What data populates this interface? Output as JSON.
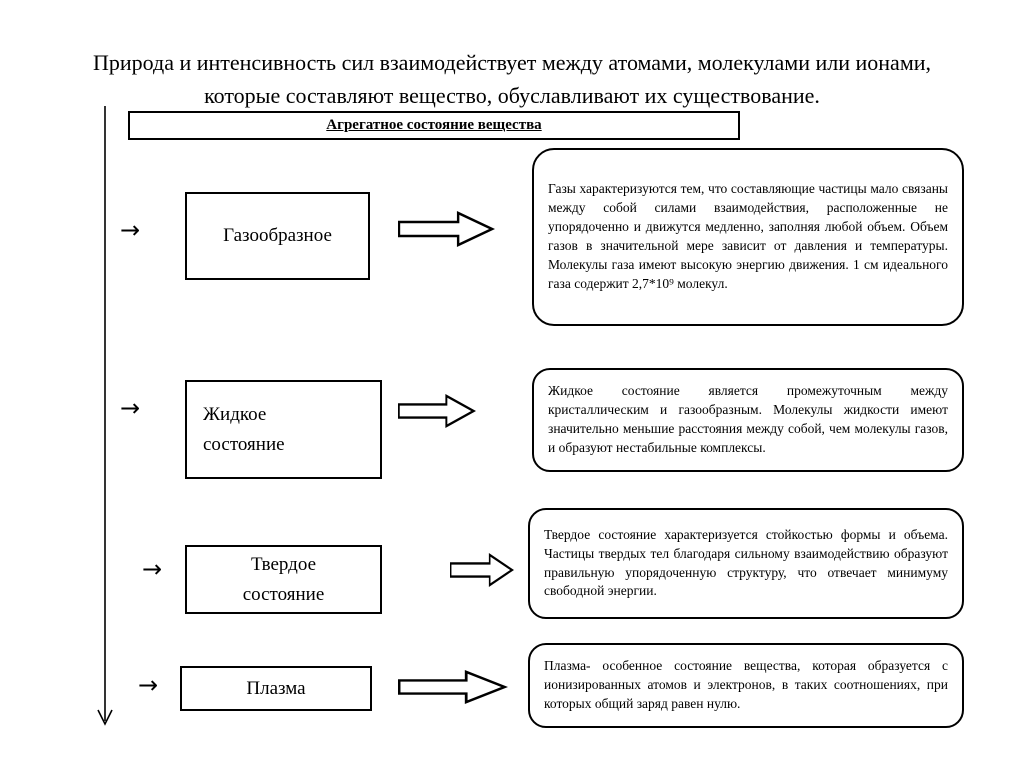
{
  "colors": {
    "ink": "#000000",
    "background": "#ffffff"
  },
  "title": {
    "text": "Природа и интенсивность сил взаимодействует между атомами, молекулами или ионами, которые составляют вещество, обуславливают их существование."
  },
  "header": {
    "label": "Агрегатное состояние вещества"
  },
  "flow": {
    "arrow_glyph": "→"
  },
  "rows": [
    {
      "label": "Газообразное",
      "description": "Газы характеризуются тем, что составляющие частицы мало связаны между собой силами взаимодействия, расположенные не упорядоченно и движутся медленно, заполняя любой объем. Объем газов в значительной мере зависит от давления и температуры. Молекулы газа имеют высокую энергию движения. 1 см идеального газа содержит 2,7*10⁹ молекул."
    },
    {
      "label": "Жидкое состояние",
      "description": "Жидкое состояние является промежуточным между кристаллическим и газообразным. Молекулы жидкости имеют значительно меньшие расстояния между собой, чем молекулы газов, и образуют нестабильные комплексы."
    },
    {
      "label": "Твердое состояние",
      "description": "Твердое состояние характеризуется стойкостью формы и объема. Частицы твердых тел благодаря сильному взаимодействию образуют правильную упорядоченную структуру, что отвечает минимуму свободной энергии."
    },
    {
      "label": "Плазма",
      "description": "Плазма- особенное состояние вещества, которая образуется с ионизированных атомов и электронов, в таких соотношениях, при которых общий заряд равен нулю."
    }
  ]
}
